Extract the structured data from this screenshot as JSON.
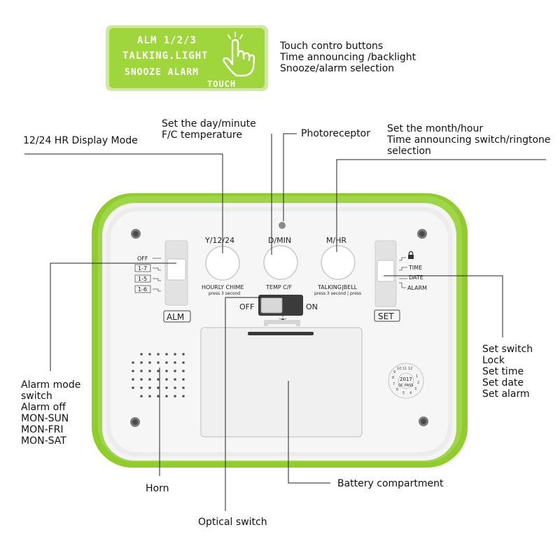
{
  "touch_panel": {
    "line1": "ALM 1/2/3",
    "line2": "TALKING.LIGHT",
    "line3": "SNOOZE ALARM",
    "line4": "TOUCH",
    "color": "#9fd63c"
  },
  "annotations": {
    "touch_buttons": [
      "Touch contro buttons",
      "Time announcing /backlight",
      "Snooze/alarm selection"
    ],
    "display_mode": "12/24 HR Display Mode",
    "day_minute": [
      "Set the day/minute",
      "F/C temperature"
    ],
    "photoreceptor": "Photoreceptor",
    "month_hour": [
      "Set the month/hour",
      "Time announcing switch/ringtone",
      "selection"
    ],
    "alarm_mode": [
      "Alarm mode",
      "switch",
      "Alarm off",
      "MON-SUN",
      "MON-FRI",
      "MON-SAT"
    ],
    "set_switch": [
      "Set switch",
      "Lock",
      "Set time",
      "Set date",
      "Set alarm"
    ],
    "horn": "Horn",
    "battery": "Battery compartment",
    "optical_switch": "Optical switch"
  },
  "device": {
    "button_labels": [
      "Y/12/24",
      "D/MIN",
      "M/HR"
    ],
    "button_sublabels": [
      "HOURLY CHIME",
      "TEMP C/F",
      "TALKING|BELL"
    ],
    "button_subnotes": [
      "press 3 second",
      "",
      "press 3 second | press"
    ],
    "alm_positions": [
      "OFF",
      "1-7",
      "1-5",
      "1-6"
    ],
    "alm_label": "ALM",
    "set_positions": [
      "TIME",
      "DATE",
      "ALARM"
    ],
    "set_label": "SET",
    "optical_off": "OFF",
    "optical_on": "ON",
    "stamp_text": "2017",
    "stamp_subtext": "QC PASS",
    "shell_color": "#8fcc2c"
  }
}
